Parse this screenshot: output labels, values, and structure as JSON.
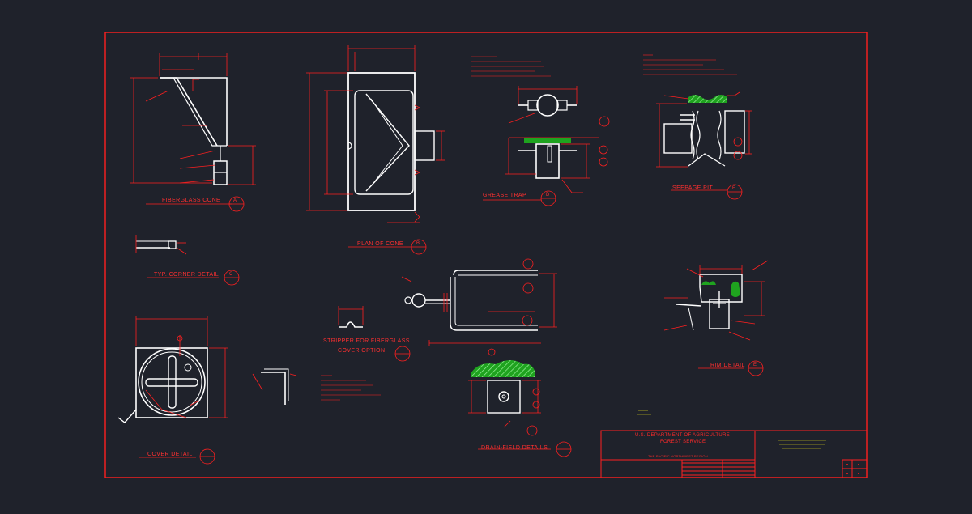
{
  "sheet": {
    "colors": {
      "background": "#1f222b",
      "linework": "#ff2020",
      "geometry": "#ffffff",
      "planting": "#22cc22",
      "highlight": "#f2ea1a"
    }
  },
  "details": {
    "fiberglass_cone": {
      "title": "FIBERGLASS CONE",
      "bubble": "A"
    },
    "plan_of_cone": {
      "title": "PLAN OF CONE",
      "bubble": "B"
    },
    "grease_trap": {
      "title": "GREASE TRAP",
      "bubble": "D"
    },
    "seepage_pit": {
      "title": "SEEPAGE PIT",
      "bubble": "F"
    },
    "corner_detail": {
      "title": "TYP. CORNER DETAIL",
      "bubble": "C"
    },
    "stripper": {
      "title_line1": "STRIPPER FOR FIBERGLASS",
      "title_line2": "COVER OPTION"
    },
    "rim_detail": {
      "title": "RIM DETAIL",
      "bubble": "E"
    },
    "cover_detail": {
      "title": "COVER DETAIL"
    },
    "drain_field": {
      "title": "DRAIN-FIELD DETAILS"
    }
  },
  "title_block": {
    "agency_line1": "U.S. DEPARTMENT OF AGRICULTURE",
    "agency_line2": "FOREST SERVICE",
    "region": "THE PACIFIC NORTHWEST REGION"
  }
}
